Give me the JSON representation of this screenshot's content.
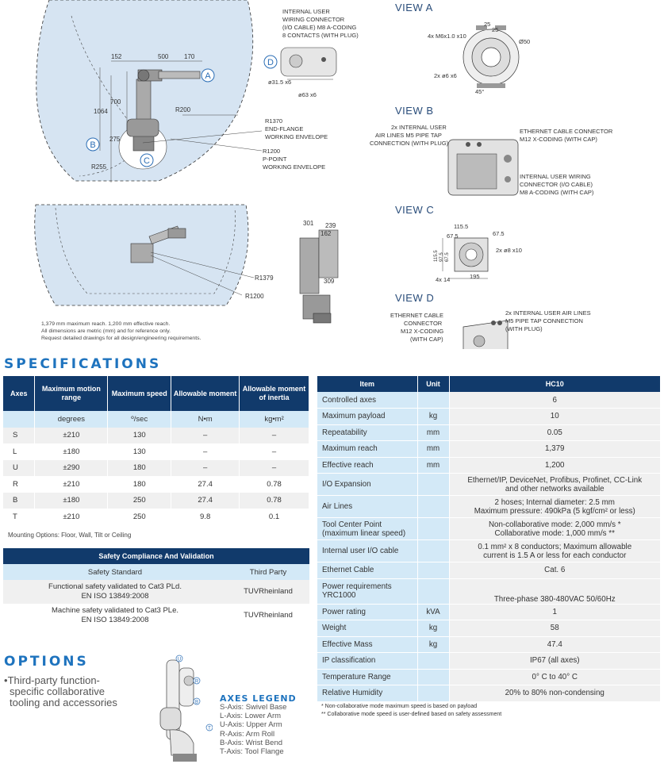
{
  "diagram_top": {
    "dims": {
      "d152": "152",
      "d500": "500",
      "d170": "170",
      "d700": "700",
      "d1064": "1064",
      "d275": "275",
      "r200": "R200",
      "r255": "R255"
    },
    "markers": {
      "a": "A",
      "b": "B",
      "c": "C",
      "d": "D"
    },
    "connector_label": [
      "INTERNAL USER",
      "WIRING CONNECTOR",
      "(I/O CABLE) M8 A-CODING",
      "8 CONTACTS (WITH PLUG)"
    ],
    "d315": "ø31.5 x6",
    "d63": "ø63 x6",
    "env1": [
      "R1370",
      "END-FLANGE",
      "WORKING ENVELOPE"
    ],
    "env2": [
      "R1200",
      "P-POINT",
      "WORKING ENVELOPE"
    ]
  },
  "diagram_bottom": {
    "r1379": "R1379",
    "r1200": "R1200",
    "d301": "301",
    "d239": "239",
    "d162": "162",
    "d309": "309",
    "notes": [
      "1,379 mm maximum reach.  1,200 mm effective reach.",
      "All dimensions are metric (mm) and for reference only.",
      "Request detailed drawings for all design/engineering requirements."
    ]
  },
  "view_a": {
    "title": "VIEW A",
    "m6": "4x M6x1.0 x10",
    "d25a": "25",
    "d25b": "25",
    "d50": "Ø50",
    "d6": "2x ø6 x6",
    "a45": "45°"
  },
  "view_b": {
    "title": "VIEW B",
    "air": [
      "2x INTERNAL USER",
      "AIR LINES M5 PIPE TAP",
      "CONNECTION (WITH PLUG)"
    ],
    "eth": [
      "ETHERNET CABLE CONNECTOR",
      "M12 X-CODING (WITH CAP)"
    ],
    "io": [
      "INTERNAL USER WIRING",
      "CONNECTOR (I/O CABLE)",
      "M8 A-CODING (WITH CAP)"
    ]
  },
  "view_c": {
    "title": "VIEW C",
    "d1155": "115.5",
    "d675a": "67.5",
    "d675b": "67.5",
    "d8": "2x ø8 x10",
    "d14": "4x 14",
    "d195": "195",
    "v1": "115.5",
    "v2": "97.5",
    "v3": "67.5"
  },
  "view_d": {
    "title": "VIEW D",
    "eth": [
      "ETHERNET CABLE",
      "CONNECTOR",
      "M12 X-CODING",
      "(WITH CAP)"
    ],
    "air": [
      "2x INTERNAL USER AIR LINES",
      "M5 PIPE TAP CONNECTION",
      "(WITH PLUG)"
    ]
  },
  "specifications": {
    "heading": "SPECIFICATIONS",
    "axes_table": {
      "headers": [
        "Axes",
        "Maximum motion range",
        "Maximum speed",
        "Allowable moment",
        "Allowable moment of inertia"
      ],
      "units": [
        "",
        "degrees",
        "º/sec",
        "N•m",
        "kg•m²"
      ],
      "rows": [
        [
          "S",
          "±210",
          "130",
          "–",
          "–"
        ],
        [
          "L",
          "±180",
          "130",
          "–",
          "–"
        ],
        [
          "U",
          "±290",
          "180",
          "–",
          "–"
        ],
        [
          "R",
          "±210",
          "180",
          "27.4",
          "0.78"
        ],
        [
          "B",
          "±180",
          "250",
          "27.4",
          "0.78"
        ],
        [
          "T",
          "±210",
          "250",
          "9.8",
          "0.1"
        ]
      ]
    },
    "mounting": "Mounting Options: Floor, Wall, Tilt or Ceiling",
    "safety": {
      "title": "Safety Compliance And Validation",
      "headers": [
        "Safety Standard",
        "Third Party"
      ],
      "rows": [
        {
          "std1": "Functional safety validated to Cat3 PLd.",
          "std2": "EN ISO 13849:2008",
          "party": "TUVRheinland"
        },
        {
          "std1": "Machine safety validated to Cat3 PLe.",
          "std2": "EN ISO 13849:2008",
          "party": "TUVRheinland"
        }
      ]
    }
  },
  "main_table": {
    "headers": [
      "Item",
      "Unit",
      "HC10"
    ],
    "rows": [
      {
        "item": "Controlled axes",
        "item2": "",
        "unit": "",
        "value": "6",
        "value2": ""
      },
      {
        "item": "Maximum payload",
        "item2": "",
        "unit": "kg",
        "value": "10",
        "value2": ""
      },
      {
        "item": "Repeatability",
        "item2": "",
        "unit": "mm",
        "value": "0.05",
        "value2": ""
      },
      {
        "item": "Maximum reach",
        "item2": "",
        "unit": "mm",
        "value": "1,379",
        "value2": ""
      },
      {
        "item": "Effective reach",
        "item2": "",
        "unit": "mm",
        "value": "1,200",
        "value2": ""
      },
      {
        "item": "I/O Expansion",
        "item2": "",
        "unit": "",
        "value": "Ethernet/IP, DeviceNet, Profibus, Profinet, CC-Link",
        "value2": "and other networks available"
      },
      {
        "item": "Air Lines",
        "item2": "",
        "unit": "",
        "value": "2 hoses; Internal diameter: 2.5 mm",
        "value2": "Maximum pressure: 490kPa (5 kgf/cm² or less)"
      },
      {
        "item": "Tool Center Point",
        "item2": "(maximum linear speed)",
        "unit": "",
        "value": "Non-collaborative mode: 2,000 mm/s *",
        "value2": "Collaborative mode: 1,000 mm/s **"
      },
      {
        "item": "Internal user I/O cable",
        "item2": "",
        "unit": "",
        "value": "0.1 mm² x 8 conductors; Maximum allowable",
        "value2": "current is 1.5 A or less for each conductor"
      },
      {
        "item": "Ethernet Cable",
        "item2": "",
        "unit": "",
        "value": "Cat. 6",
        "value2": ""
      },
      {
        "item": "Power requirements",
        "item2": "YRC1000",
        "unit": "",
        "value": "Three-phase 380-480VAC 50/60Hz",
        "value2": ""
      },
      {
        "item": "Power rating",
        "item2": "",
        "unit": "kVA",
        "value": "1",
        "value2": ""
      },
      {
        "item": "Weight",
        "item2": "",
        "unit": "kg",
        "value": "58",
        "value2": ""
      },
      {
        "item": "Effective Mass",
        "item2": "",
        "unit": "kg",
        "value": "47.4",
        "value2": ""
      },
      {
        "item": "IP classification",
        "item2": "",
        "unit": "",
        "value": "IP67 (all axes)",
        "value2": ""
      },
      {
        "item": "Temperature Range",
        "item2": "",
        "unit": "",
        "value": "0° C to 40° C",
        "value2": ""
      },
      {
        "item": "Relative Humidity",
        "item2": "",
        "unit": "",
        "value": "20% to 80% non-condensing",
        "value2": ""
      }
    ],
    "footnotes": [
      "* Non-collaborative mode maximum speed is based on payload",
      "** Collaborative mode speed is user-defined based on safety assessment"
    ]
  },
  "options": {
    "heading": "OPTIONS",
    "bullet": "•",
    "lines": [
      "Third-party function-",
      "specific collaborative",
      "tooling and accessories"
    ],
    "robot_markers": {
      "u": "U",
      "r": "R",
      "b": "B",
      "t": "T"
    }
  },
  "axes_legend": {
    "title": "AXES LEGEND",
    "items": [
      "S-Axis: Swivel Base",
      "L-Axis: Lower Arm",
      "U-Axis: Upper Arm",
      "R-Axis: Arm Roll",
      "B-Axis: Wrist Bend",
      "T-Axis: Tool Flange"
    ]
  },
  "colors": {
    "navy": "#113a6b",
    "blue": "#1e73be",
    "envelope": "#d6e4f2",
    "light_blue": "#d3e9f7",
    "marker": "#2a6db5"
  }
}
